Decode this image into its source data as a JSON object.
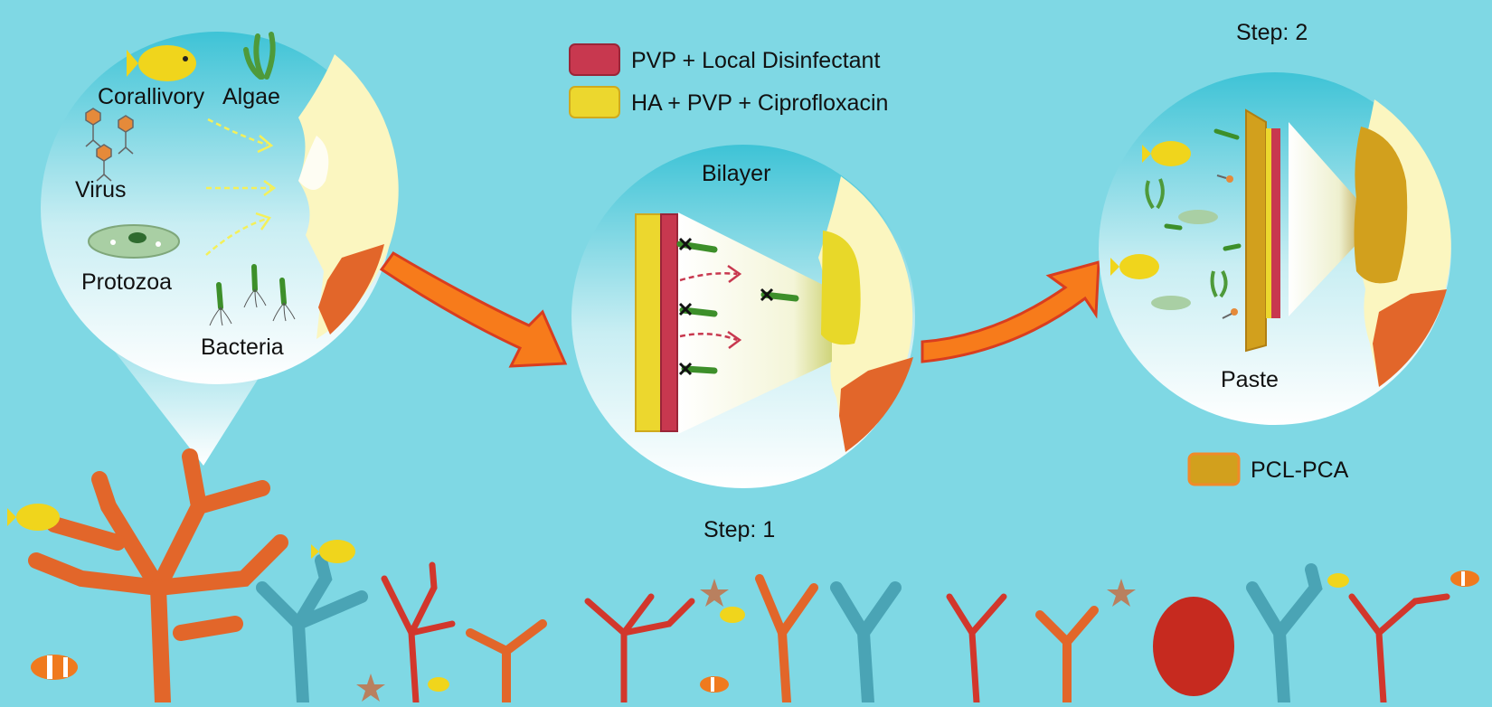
{
  "legend": {
    "pvp_local": "PVP + Local Disinfectant",
    "ha_pvp_cipro": "HA + PVP + Ciprofloxacin",
    "pcl_pca": "PCL-PCA"
  },
  "threats": {
    "corallivory": "Corallivory",
    "algae": "Algae",
    "virus": "Virus",
    "protozoa": "Protozoa",
    "bacteria": "Bacteria"
  },
  "step1": {
    "title": "Bilayer",
    "caption": "Step: 1"
  },
  "step2": {
    "title": "Paste",
    "caption": "Step: 2"
  },
  "colors": {
    "background": "#7fd8e4",
    "pvp_local": "#c8384f",
    "ha_pvp_cipro": "#ecd72e",
    "pcl_pca": "#d2a01d",
    "arrow": "#f77b1b",
    "coral_orange": "#e2662a",
    "coral_red": "#d2372c",
    "coral_blue": "#4aa4b5",
    "fish": "#f0d51c"
  }
}
